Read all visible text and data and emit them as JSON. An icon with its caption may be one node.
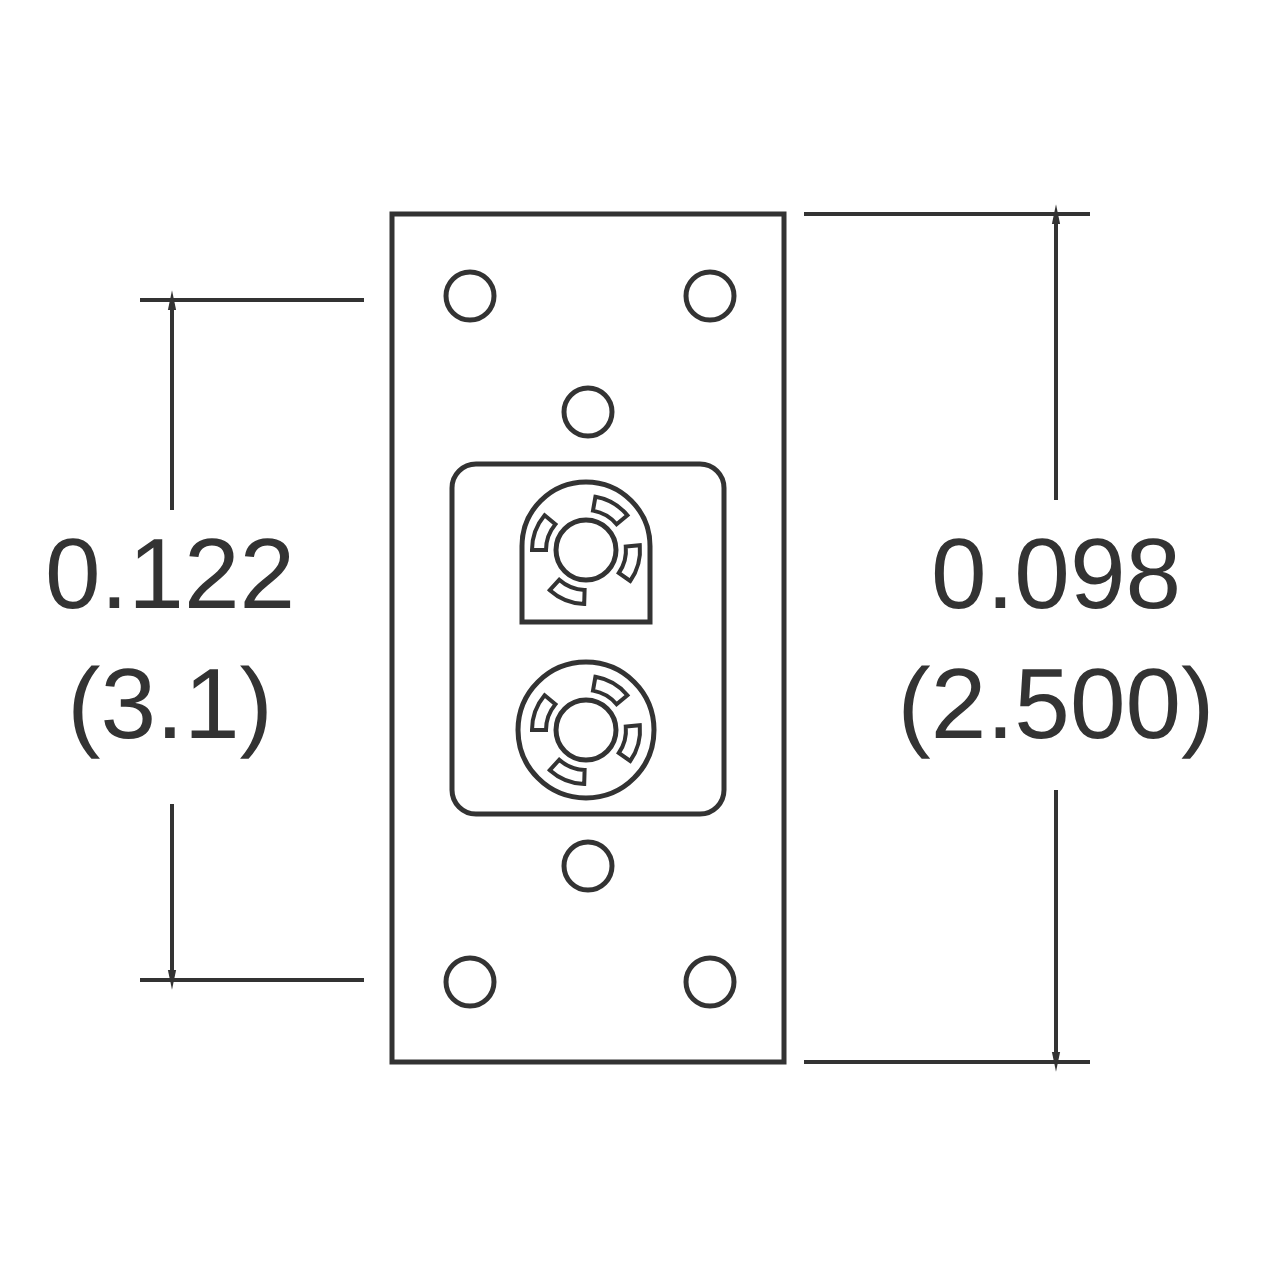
{
  "diagram": {
    "labels": [
      "0.122",
      "(3.1)",
      "0.098",
      "(2.500)"
    ]
  }
}
